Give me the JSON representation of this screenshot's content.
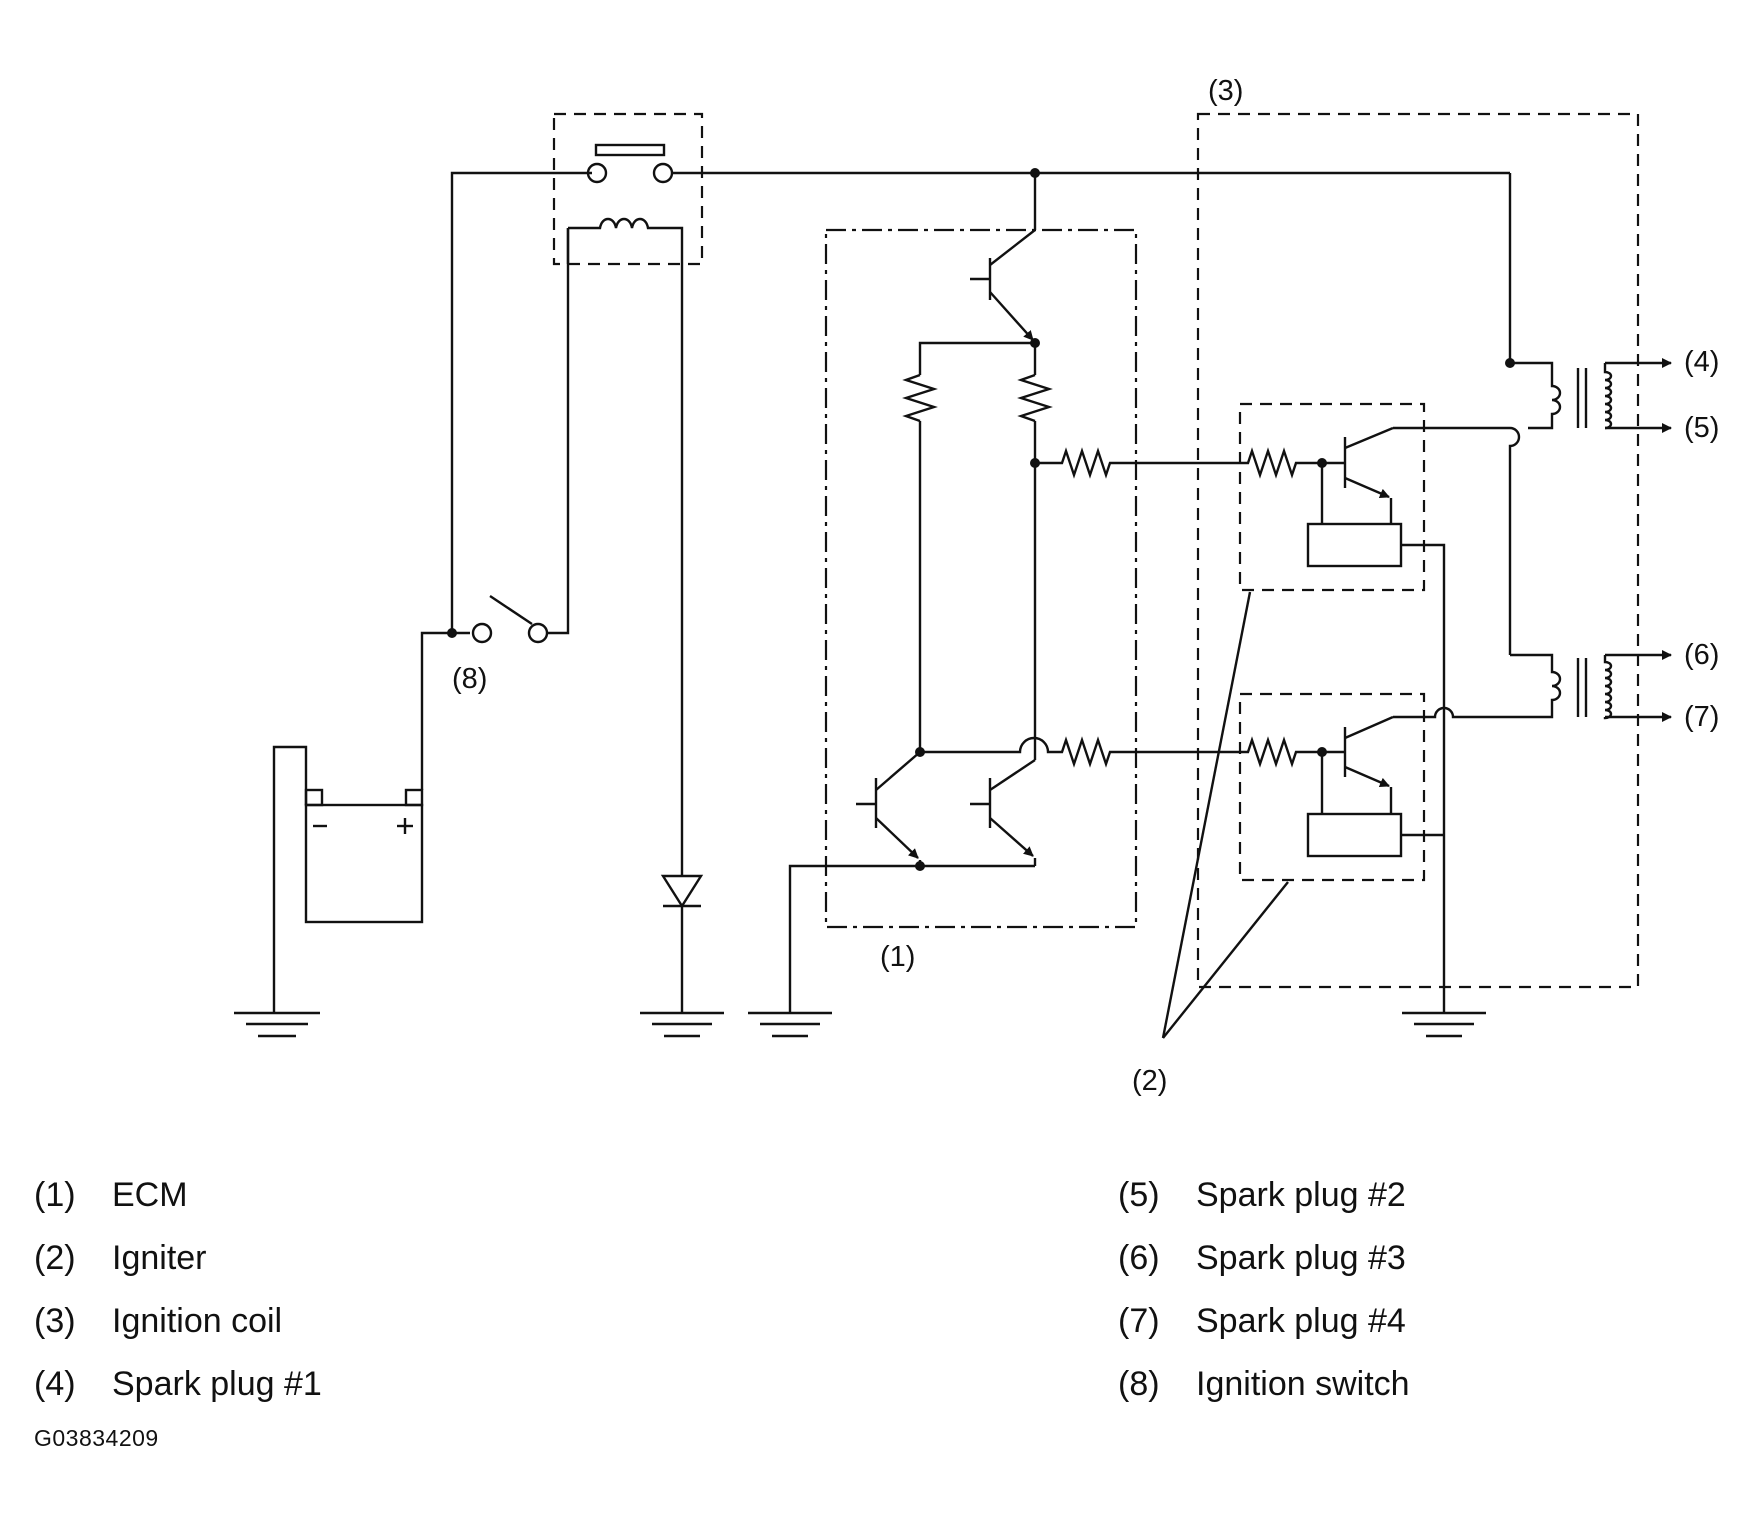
{
  "diagram": {
    "callouts": {
      "ecm": "(1)",
      "igniter": "(2)",
      "coil": "(3)",
      "plug1": "(4)",
      "plug2": "(5)",
      "plug3": "(6)",
      "plug4": "(7)",
      "switch": "(8)"
    }
  },
  "legend": [
    {
      "num": "(1)",
      "text": "ECM"
    },
    {
      "num": "(2)",
      "text": "Igniter"
    },
    {
      "num": "(3)",
      "text": "Ignition coil"
    },
    {
      "num": "(4)",
      "text": "Spark plug #1"
    },
    {
      "num": "(5)",
      "text": "Spark plug #2"
    },
    {
      "num": "(6)",
      "text": "Spark plug #3"
    },
    {
      "num": "(7)",
      "text": "Spark plug #4"
    },
    {
      "num": "(8)",
      "text": "Ignition switch"
    }
  ],
  "figure_code": "G03834209"
}
